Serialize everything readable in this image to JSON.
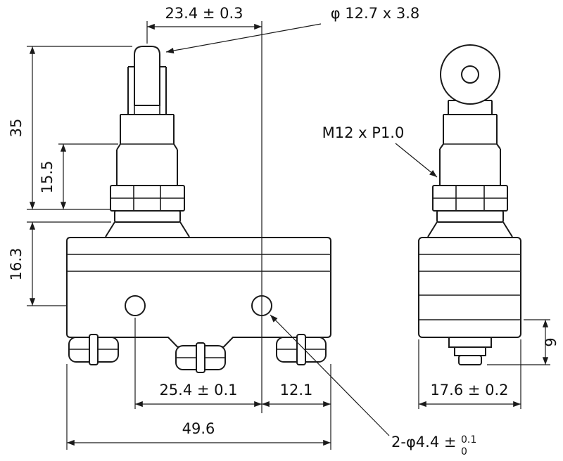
{
  "page": {
    "background": "#ffffff",
    "line_color": "#1a1a1a"
  },
  "drawing": {
    "description": "Two-view dimensioned engineering drawing of a micro limit switch with cross roller plunger",
    "labels": {
      "dim_plunger_offset": "23.4 ± 0.3",
      "roller_spec": "φ 12.7 x 3.8",
      "thread_spec": "M12 x P1.0",
      "dim_total_height": "35",
      "dim_thread_length": "15.5",
      "dim_bushing_to_hole": "16.3",
      "dim_hole_spacing": "25.4 ± 0.1",
      "dim_hole_to_edge": "12.1",
      "dim_body_width": "49.6",
      "dim_side_width": "17.6 ± 0.2",
      "dim_terminal_height": "9",
      "hole_callout": "2-φ4.4 ±",
      "hole_callout_tol_upper": "0.1",
      "hole_callout_tol_lower": "0"
    }
  }
}
